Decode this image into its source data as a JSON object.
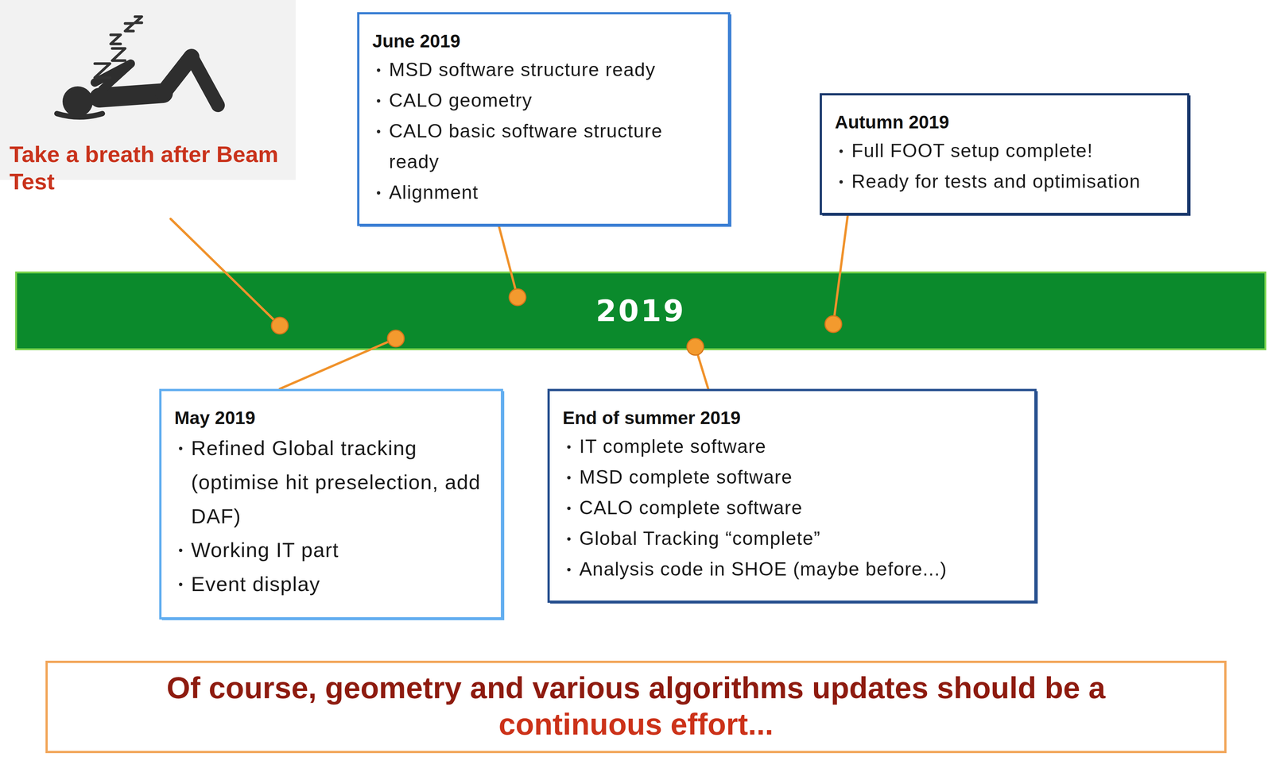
{
  "diagram": {
    "nodes": [
      {
        "text": [
          "June 2019",
          "MSD software structure ready",
          "CALO geometry",
          "CALO basic software structure ready",
          "Alignment"
        ]
      },
      {
        "text": [
          "Autumn 2019",
          "Full FOOT setup complete!",
          "Ready for tests and optimisation"
        ]
      },
      {
        "text": [
          "2019"
        ]
      },
      {
        "text": [
          "May 2019",
          "Refined Global tracking (optimise hit preselection, add DAF)",
          "Working IT part",
          "Event display"
        ]
      },
      {
        "text": [
          "End of summer 2019",
          "IT complete software",
          "MSD complete software",
          "CALO complete software",
          "Global Tracking “complete”",
          "Analysis code in SHOE (maybe before...)"
        ]
      },
      {
        "text": [
          "Of course, geometry and various algorithms updates should be a",
          "continuous effort..."
        ]
      }
    ],
    "edges": [
      {
        "from": 0,
        "to": 2,
        "arrow": "none"
      },
      {
        "from": 1,
        "to": 2,
        "arrow": "none"
      },
      {
        "from": 3,
        "to": 2,
        "arrow": "none"
      },
      {
        "from": 4,
        "to": 2,
        "arrow": "none"
      }
    ],
    "labels": [
      "Take a breath after Beam Test"
    ]
  }
}
